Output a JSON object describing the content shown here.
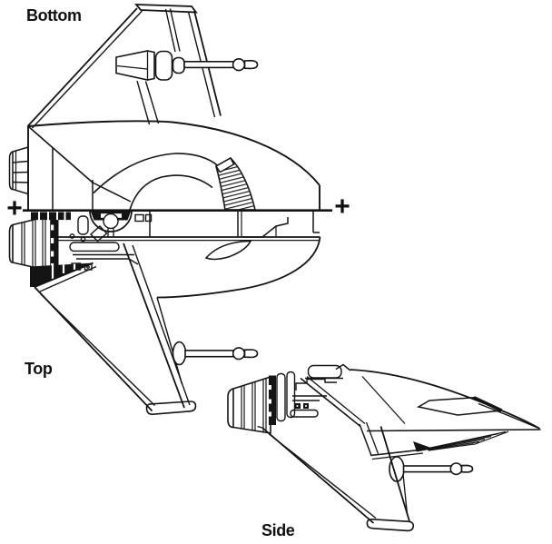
{
  "figure": {
    "views": [
      {
        "id": "bottom",
        "label": "Bottom"
      },
      {
        "id": "top",
        "label": "Top"
      },
      {
        "id": "side",
        "label": "Side"
      }
    ],
    "registration_marks": {
      "glyph": "+",
      "left": "+",
      "right": "+"
    },
    "colors": {
      "ink": "#141414",
      "paper": "#ffffff"
    }
  }
}
